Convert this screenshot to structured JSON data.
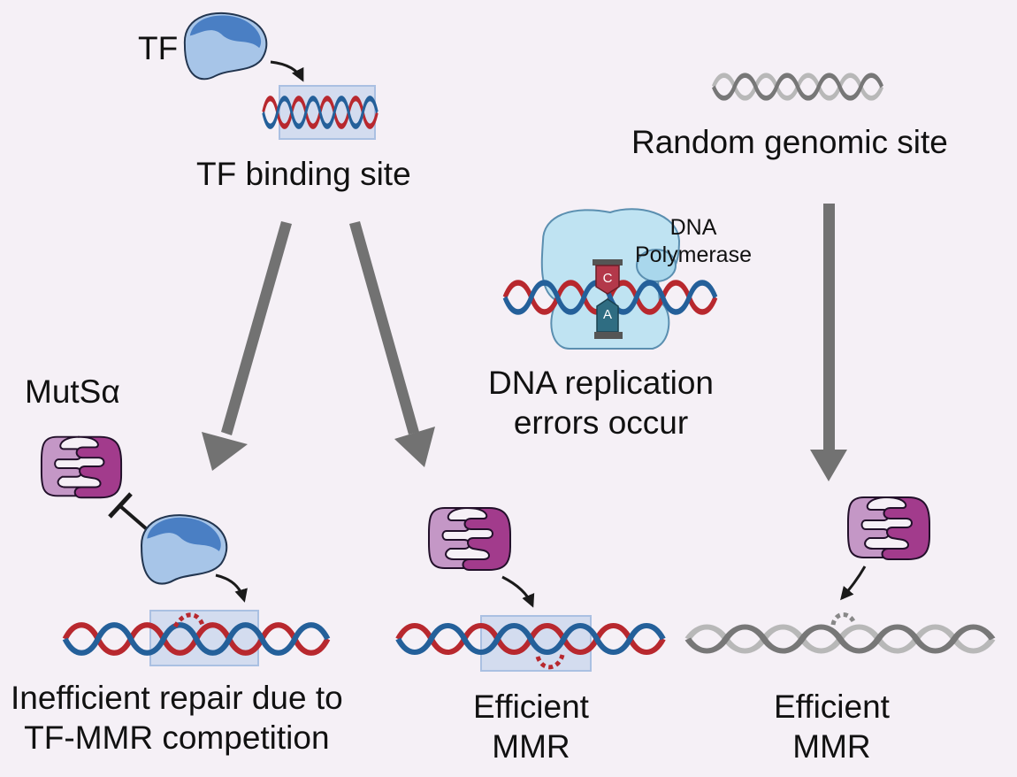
{
  "labels": {
    "tf": "TF",
    "tf_binding_site": "TF binding site",
    "random_genomic_site": "Random genomic site",
    "dna_polymerase": [
      "DNA",
      "Polymerase"
    ],
    "nucleotide_top": "C",
    "nucleotide_bottom": "A",
    "replication_errors": [
      "DNA replication",
      "errors occur"
    ],
    "mutsa": "MutSα",
    "inefficient_repair": [
      "Inefficient repair due to",
      "TF-MMR competition"
    ],
    "efficient_mmr_center": [
      "Efficient",
      "MMR"
    ],
    "efficient_mmr_right": [
      "Efficient",
      "MMR"
    ]
  },
  "icons": {
    "tf_protein": "tf-protein-icon",
    "mutsa_protein": "mutsa-protein-icon",
    "dna_polymerase": "dna-polymerase-icon",
    "dna_helix": "dna-helix-icon",
    "mismatch_loop": "mismatch-loop-icon",
    "inhibition": "inhibition-icon"
  },
  "colors": {
    "background": "#f5f0f6",
    "dna_strand_red": "#b8282e",
    "dna_strand_blue": "#24609a",
    "dna_grey_light": "#b8b8b8",
    "dna_grey_dark": "#777777",
    "tf_blue_light": "#a7c5e8",
    "tf_blue_dark": "#4a7fc4",
    "mutsa_light": "#c497c6",
    "mutsa_dark": "#a23b8c",
    "binding_box_fill": "#d3dcef",
    "binding_box_stroke": "#aac0e2",
    "polymerase_fill": "#bfe3f2",
    "flow_arrow": "#727272"
  }
}
